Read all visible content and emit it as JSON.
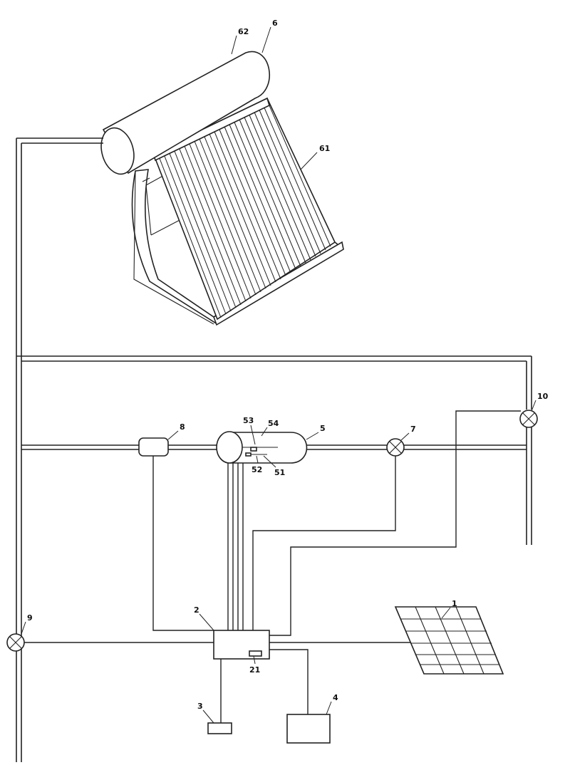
{
  "labels": {
    "l62": "62",
    "l6": "6",
    "l61": "61",
    "l10": "10",
    "l53": "53",
    "l54": "54",
    "l8": "8",
    "l5": "5",
    "l7": "7",
    "l52": "52",
    "l51": "51",
    "l1": "1",
    "l2": "2",
    "l9": "9",
    "l3": "3",
    "l21": "21",
    "l4": "4"
  },
  "icons": {
    "valve": "valve-icon",
    "solar_panel": "solar-panel-icon",
    "solar_water_heater": "solar-water-heater-icon"
  },
  "colors": {
    "line": "#222222",
    "background": "#ffffff"
  }
}
